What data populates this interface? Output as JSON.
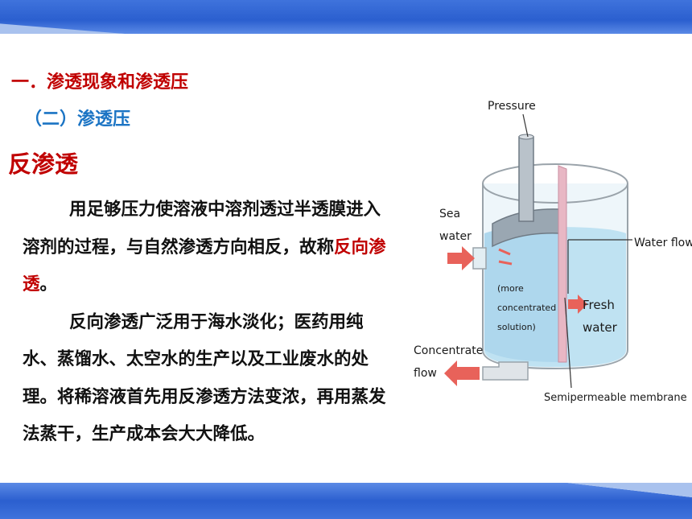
{
  "heading_1": "一．渗透现象和渗透压",
  "heading_2": "（二）渗透压",
  "heading_3": "反渗透",
  "paragraph_1": {
    "before": "用足够压力使溶液中溶剂透过半透膜进入溶剂的过程，与自然渗透方向相反，故称",
    "highlight": "反向渗透",
    "after": "。"
  },
  "paragraph_2": "反向渗透广泛用于海水淡化；医药用纯水、蒸馏水、太空水的生产以及工业废水的处理。将稀溶液首先用反渗透方法变浓，再用蒸发法蒸干，生产成本会大大降低。",
  "diagram": {
    "pressure": "Pressure",
    "sea": "Sea",
    "water": "water",
    "water_flow": "Water flow",
    "more": "(more",
    "concentrated": "concentrated",
    "solution": "solution)",
    "fresh": "Fresh",
    "fresh_water": "water",
    "concentrate": "Concentrate",
    "flow": "flow",
    "membrane": "Semipermeable membrane"
  },
  "colors": {
    "heading_red": "#c00000",
    "heading_blue": "#1b74c4",
    "band_blue": "#2b5fcf",
    "arrow_red": "#e8625a",
    "water_blue": "#bfe2f2"
  }
}
